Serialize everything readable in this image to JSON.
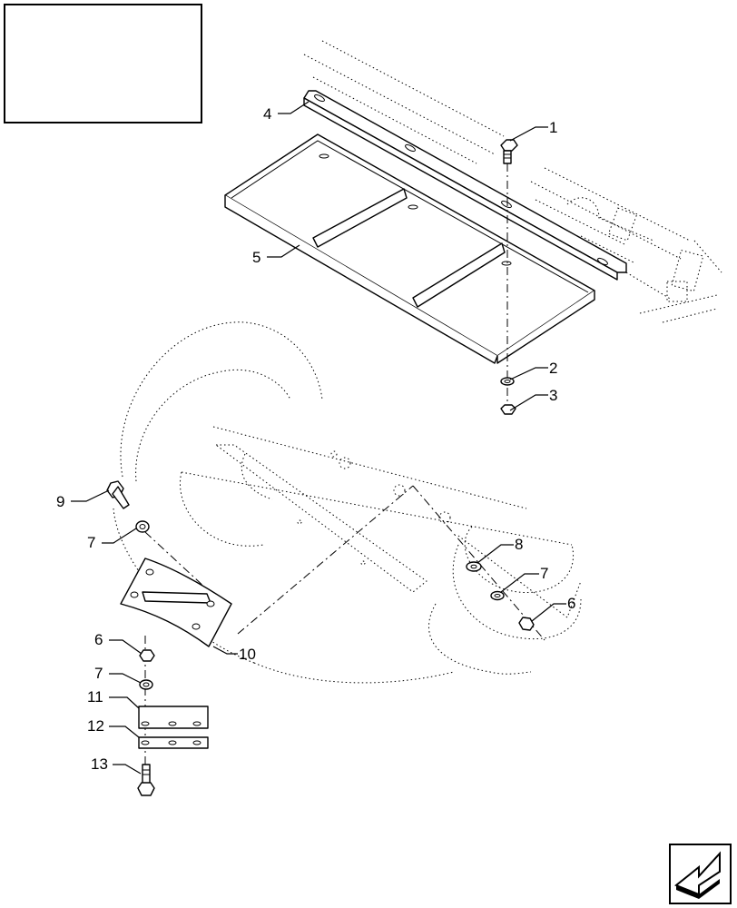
{
  "diagram": {
    "callouts": [
      {
        "id": "c1",
        "text": "1"
      },
      {
        "id": "c2",
        "text": "2"
      },
      {
        "id": "c3",
        "text": "3"
      },
      {
        "id": "c4",
        "text": "4"
      },
      {
        "id": "c5",
        "text": "5"
      },
      {
        "id": "c6a",
        "text": "6"
      },
      {
        "id": "c6b",
        "text": "6"
      },
      {
        "id": "c7a",
        "text": "7"
      },
      {
        "id": "c7b",
        "text": "7"
      },
      {
        "id": "c7c",
        "text": "7"
      },
      {
        "id": "c8",
        "text": "8"
      },
      {
        "id": "c9",
        "text": "9"
      },
      {
        "id": "c10",
        "text": "10"
      },
      {
        "id": "c11",
        "text": "11"
      },
      {
        "id": "c12",
        "text": "12"
      },
      {
        "id": "c13",
        "text": "13"
      }
    ],
    "nav_icon": "next-page-arrow-icon"
  }
}
